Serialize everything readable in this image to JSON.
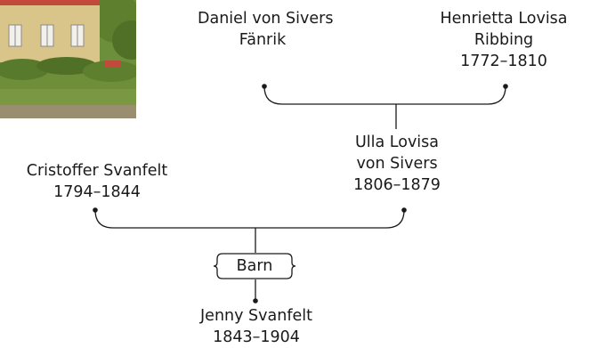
{
  "people": {
    "daniel": {
      "line1": "Daniel von Sivers",
      "line2": "Fänrik"
    },
    "henrietta": {
      "line1": "Henrietta Lovisa",
      "line2": "Ribbing",
      "line3": "1772–1810"
    },
    "ulla": {
      "line1": "Ulla Lovisa",
      "line2": "von Sivers",
      "line3": "1806–1879"
    },
    "cristoffer": {
      "line1": "Cristoffer Svanfelt",
      "line2": "1794–1844"
    },
    "jenny": {
      "line1": "Jenny Svanfelt",
      "line2": "1843–1904"
    }
  },
  "relation": {
    "label": "Barn"
  },
  "photo": {
    "subject": "yellow-house-with-garden"
  },
  "colors": {
    "line": "#1a1a1a",
    "text": "#1a1a1a",
    "house_wall": "#d9c48a",
    "roof": "#c24a3a",
    "sky": "#b9cfe0",
    "tree": "#5d7f2e",
    "grass": "#6f8e3a"
  }
}
